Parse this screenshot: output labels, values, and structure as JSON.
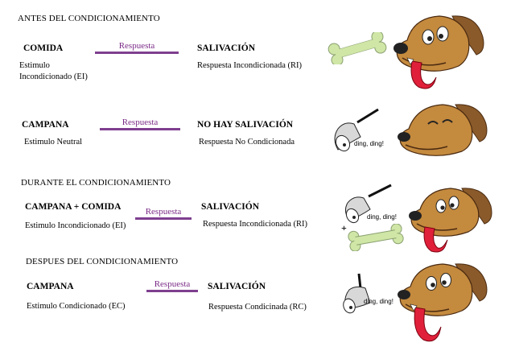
{
  "sections": [
    {
      "title": "ANTES DEL CONDICIONAMIENTO",
      "stimulus": "COMIDA",
      "stimulus_desc": [
        "Estimulo",
        "Incondicionado (EI)"
      ],
      "arrow_label": "Respuesta",
      "response": "SALIVACIÓN",
      "response_desc": "Respuesta Incondicionada (RI)"
    },
    {
      "title": "",
      "stimulus": "CAMPANA",
      "stimulus_desc": [
        "Estimulo Neutral"
      ],
      "arrow_label": "Respuesta",
      "response": "NO HAY SALIVACIÓN",
      "response_desc": "Respuesta No Condicionada",
      "bell_text": "ding, ding!"
    },
    {
      "title": "DURANTE EL CONDICIONAMIENTO",
      "stimulus": "CAMPANA + COMIDA",
      "stimulus_desc": [
        "Estimulo Incondicionado (EI)"
      ],
      "arrow_label": "Respuesta",
      "response": "SALIVACIÓN",
      "response_desc": "Respuesta Incondicionada  (RI)",
      "bell_text": "ding, ding!",
      "plus": "+"
    },
    {
      "title": "DESPUES DEL CONDICIONAMIENTO",
      "stimulus": "CAMPANA",
      "stimulus_desc": [
        "Estimulo Condicionado  (EC)"
      ],
      "arrow_label": "Respuesta",
      "response": "SALIVACIÓN",
      "response_desc": "Respuesta Condicinada (RC)",
      "bell_text": "ding, ding!"
    }
  ],
  "colors": {
    "arrow": "#7f3f8f",
    "arrow_text": "#7a2a86",
    "bone": "#cfe6a6",
    "bone_stroke": "#8aa070",
    "dog_fur": "#c48a3e",
    "dog_ear": "#8a5a2a",
    "tongue": "#e0203a",
    "bell": "#d8d8d8"
  },
  "icons": [
    "bone-icon",
    "dog-head-icon",
    "bell-icon"
  ]
}
